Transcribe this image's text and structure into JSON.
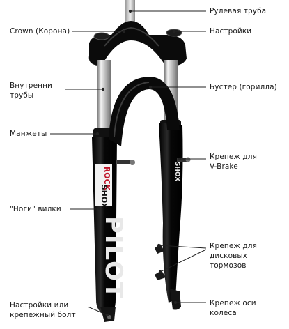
{
  "labels": {
    "steerer_tube": "Рулевая труба",
    "crown": "Crown (Корона)",
    "adjusters_top": "Настройки",
    "inner_tubes": "Внутренни\nтрубы",
    "booster": "Бустер (горилла)",
    "boots": "Манжеты",
    "vbrake_mount": "Крепеж для\nV-Brake",
    "fork_legs": "\"Ноги\" вилки",
    "disc_brake_mount": "Крепеж для\nдисковых\nтормозов",
    "bottom_adjuster": "Настройки или\nкрепежный болт",
    "axle_mount": "Крепеж оси\nколеса"
  },
  "fork_graphics": {
    "brand_line1": "ROCK",
    "brand_line2": "SHOX",
    "model": "PILOT",
    "side_text": "SHOX"
  },
  "colors": {
    "fork_body": "#0d0d0d",
    "stanchion": "#c8c8c8",
    "brand_red": "#c0152a",
    "leader_line": "#222222"
  }
}
